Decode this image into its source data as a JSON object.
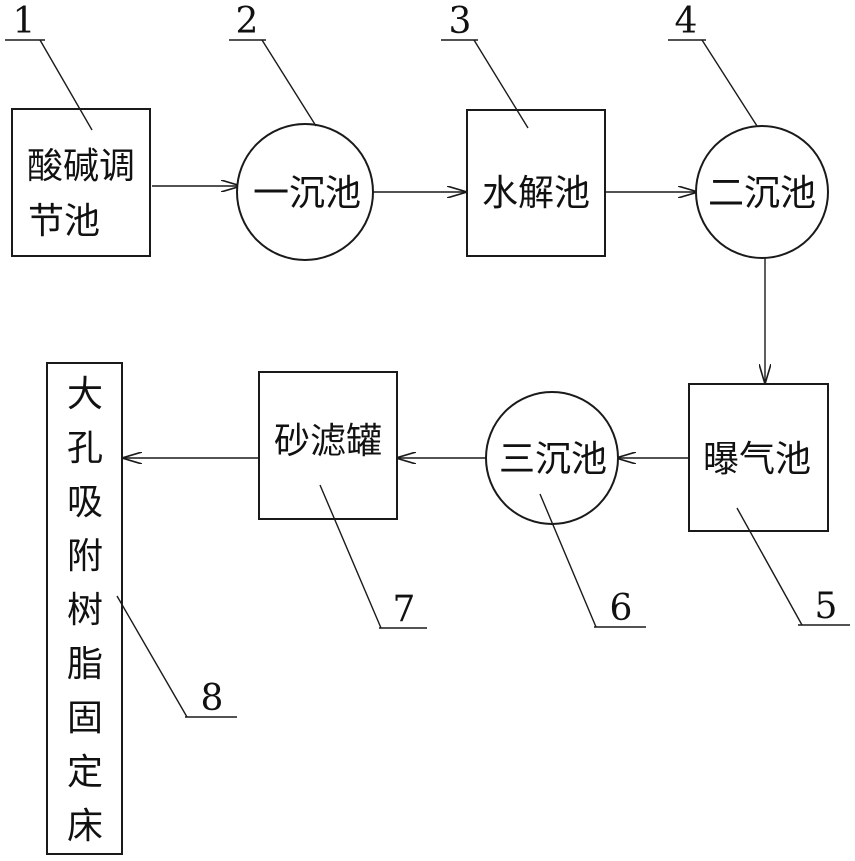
{
  "units": {
    "u1": {
      "number": "1",
      "name_lines": [
        "酸碱调",
        "节池"
      ]
    },
    "u2": {
      "number": "2",
      "name": "一沉池"
    },
    "u3": {
      "number": "3",
      "name": "水解池"
    },
    "u4": {
      "number": "4",
      "name": "二沉池"
    },
    "u5": {
      "number": "5",
      "name": "曝气池"
    },
    "u6": {
      "number": "6",
      "name": "三沉池"
    },
    "u7": {
      "number": "7",
      "name": "砂滤罐"
    },
    "u8": {
      "number": "8",
      "name_chars": [
        "大",
        "孔",
        "吸",
        "附",
        "树",
        "脂",
        "固",
        "定",
        "床"
      ]
    }
  },
  "colors": {
    "line": "#1a1a1a",
    "text": "#111111",
    "background": "#ffffff"
  }
}
